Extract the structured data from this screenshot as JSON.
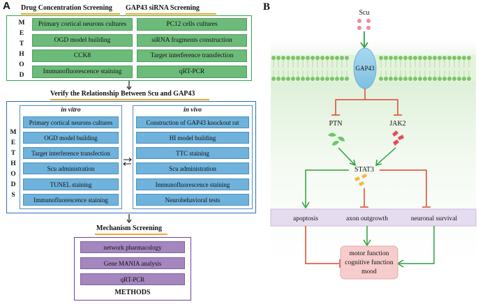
{
  "panel_a": {
    "letter": "A",
    "drug_header": "Drug Concentration Screening",
    "sirna_header": "GAP43 siRNA Screening",
    "methods_vertical": [
      "M",
      "E",
      "T",
      "H",
      "O",
      "D",
      "S"
    ],
    "top_methods": [
      [
        "Primary cortical neurons cultures",
        "PC12 cells cultures"
      ],
      [
        "OGD model building",
        "siRNA fragments construction"
      ],
      [
        "CCK8",
        "Target interference transfection"
      ],
      [
        "Immunofluorescence staining",
        "qRT-PCR"
      ]
    ],
    "verify_header": "Verify the Relationship Between Scu and GAP43",
    "in_vitro_title": "in vitro",
    "in_vivo_title": "in vivo",
    "in_vitro_items": [
      "Primary cortical neurons cultures",
      "OGD model building",
      "Target interference transfection",
      "Scu administration",
      "TUNEL staining",
      "Immunofluorescence staining"
    ],
    "in_vivo_items": [
      "Construction of GAP43 knockout rat",
      "HI model building",
      "TTC staining",
      "Scu administration",
      "Immunofluorescence staining",
      "Neurobehavioral tests"
    ],
    "mechanism_header": "Mechanism Screening",
    "mechanism_items": [
      "network pharmacology",
      "Gene MANIA analysis",
      "qRT-PCR"
    ],
    "mechanism_footer": "METHODS"
  },
  "panel_b": {
    "letter": "B",
    "scu": "Scu",
    "gap43": "GAP43",
    "ptn": "PTN",
    "jak2": "JAK2",
    "stat3": "STAT3",
    "apoptosis": "apoptosis",
    "axon": "axon outgrowth",
    "survival": "neuronal survival",
    "outcome_lines": [
      "motor function",
      "cognitive function",
      "mood"
    ]
  },
  "colors": {
    "green_frame": "#2fa84f",
    "green_fill": "#6dbb7a",
    "blue_frame": "#2f6db5",
    "blue_fill": "#6fb2dc",
    "purple_frame": "#6b3fa0",
    "purple_fill": "#a487bf",
    "header_underline": "#f5a623",
    "activation_arrow": "#2e9e3a",
    "inhibition_line": "#e0452b",
    "outcome_fill": "#f6cccc",
    "effect_band": "#e6dcef"
  }
}
